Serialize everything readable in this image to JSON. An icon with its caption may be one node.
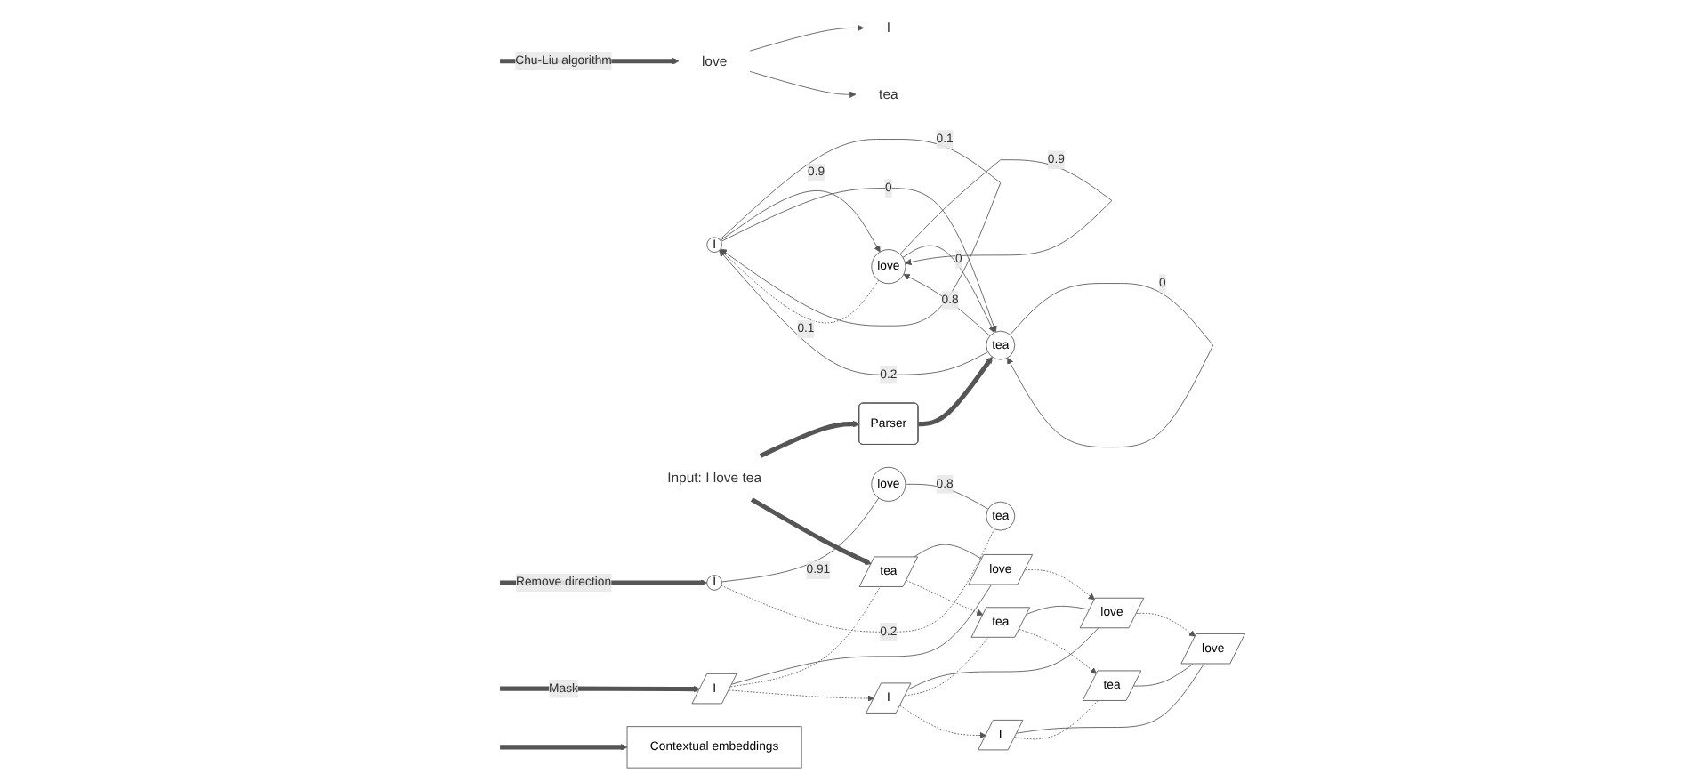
{
  "diagram": {
    "nodes": [
      {
        "text": [
          "I"
        ]
      },
      {
        "text": [
          "love"
        ]
      },
      {
        "text": [
          "tea"
        ]
      },
      {
        "text": [
          "I"
        ]
      },
      {
        "text": [
          "love"
        ]
      },
      {
        "text": [
          "tea"
        ]
      },
      {
        "text": [
          "Parser"
        ]
      },
      {
        "text": [
          "Input: I love tea"
        ]
      },
      {
        "text": [
          "I"
        ]
      },
      {
        "text": [
          "love"
        ]
      },
      {
        "text": [
          "tea"
        ]
      },
      {
        "text": [
          "Contextual embeddings"
        ]
      },
      {
        "text": [
          "I"
        ]
      },
      {
        "text": [
          "love"
        ]
      },
      {
        "text": [
          "tea"
        ]
      },
      {
        "text": [
          "I"
        ]
      },
      {
        "text": [
          "love"
        ]
      },
      {
        "text": [
          "tea"
        ]
      },
      {
        "text": [
          "I"
        ]
      },
      {
        "text": [
          "love"
        ]
      },
      {
        "text": [
          "tea"
        ]
      }
    ],
    "edges": [
      {
        "from": 1,
        "to": 0,
        "arrow": "to"
      },
      {
        "from": 1,
        "to": 2,
        "arrow": "to"
      },
      {
        "from": null,
        "to": 1,
        "arrow": "to",
        "label": "Chu-Liu algorithm",
        "style": "thick"
      },
      {
        "from": 3,
        "to": 3,
        "arrow": "to",
        "label": "0.1"
      },
      {
        "from": 4,
        "to": 4,
        "arrow": "to",
        "label": "0.9"
      },
      {
        "from": 3,
        "to": 4,
        "arrow": "to",
        "label": "0.9"
      },
      {
        "from": 4,
        "to": 3,
        "arrow": "to",
        "label": "0.1",
        "style": "dashed"
      },
      {
        "from": 3,
        "to": 5,
        "arrow": "to",
        "label": "0"
      },
      {
        "from": 5,
        "to": 3,
        "arrow": "to",
        "label": "0.2"
      },
      {
        "from": 5,
        "to": 4,
        "arrow": "to",
        "label": "0.8"
      },
      {
        "from": 4,
        "to": 5,
        "arrow": "to",
        "label": "0"
      },
      {
        "from": 5,
        "to": 5,
        "arrow": "to",
        "label": "0"
      },
      {
        "from": 6,
        "to": 5,
        "arrow": "to",
        "style": "thick"
      },
      {
        "from": 7,
        "to": 6,
        "arrow": "to",
        "style": "thick"
      },
      {
        "from": 7,
        "to": 20,
        "arrow": "to",
        "style": "thick"
      },
      {
        "from": null,
        "to": 8,
        "arrow": "to",
        "label": "Remove direction",
        "style": "thick"
      },
      {
        "from": 8,
        "to": 9,
        "arrow": "none",
        "label": "0.91"
      },
      {
        "from": 8,
        "to": 10,
        "arrow": "none",
        "label": "0.2",
        "style": "dashed"
      },
      {
        "from": 9,
        "to": 10,
        "arrow": "none",
        "label": "0.8"
      },
      {
        "from": null,
        "to": 18,
        "arrow": "to",
        "label": "Mask",
        "style": "thick"
      },
      {
        "from": 12,
        "to": 13,
        "arrow": "none"
      },
      {
        "from": 12,
        "to": 14,
        "arrow": "none",
        "style": "dashed"
      },
      {
        "from": 14,
        "to": 13,
        "arrow": "none"
      },
      {
        "from": 15,
        "to": 16,
        "arrow": "none"
      },
      {
        "from": 15,
        "to": 17,
        "arrow": "none",
        "style": "dashed"
      },
      {
        "from": 17,
        "to": 16,
        "arrow": "none"
      },
      {
        "from": 18,
        "to": 19,
        "arrow": "none"
      },
      {
        "from": 18,
        "to": 20,
        "arrow": "none",
        "style": "dashed"
      },
      {
        "from": 20,
        "to": 19,
        "arrow": "none"
      },
      {
        "from": 18,
        "to": 15,
        "arrow": "to",
        "style": "dashed"
      },
      {
        "from": 20,
        "to": 17,
        "arrow": "to",
        "style": "dashed"
      },
      {
        "from": 19,
        "to": 16,
        "arrow": "to",
        "style": "dashed"
      },
      {
        "from": 15,
        "to": 12,
        "arrow": "to",
        "style": "dashed"
      },
      {
        "from": 17,
        "to": 14,
        "arrow": "to",
        "style": "dashed"
      },
      {
        "from": 16,
        "to": 13,
        "arrow": "to",
        "style": "dashed"
      },
      {
        "from": null,
        "to": 11,
        "arrow": "to",
        "style": "thick"
      }
    ]
  }
}
